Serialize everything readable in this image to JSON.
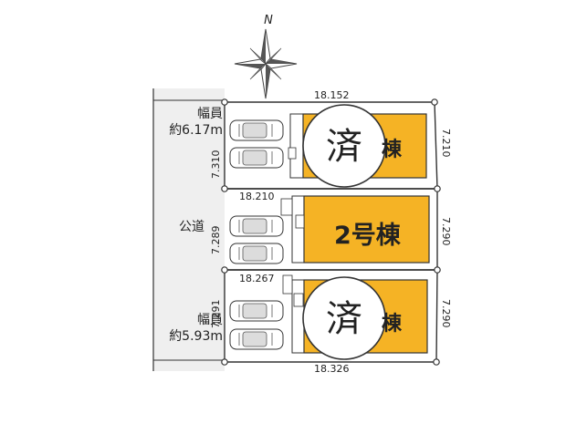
{
  "compass": {
    "label": "N"
  },
  "road": {
    "name": "公道",
    "north_width_label": "幅員",
    "north_width_value": "約6.17m",
    "south_width_label": "幅員",
    "south_width_value": "約5.93m"
  },
  "lots": [
    {
      "building_label": "棟",
      "status_text": "済",
      "status_shown": true,
      "top_length": "18.152",
      "depth_west": "7.310",
      "depth_east": "7.210"
    },
    {
      "building_label": "2号棟",
      "status_shown": false,
      "top_length": "18.210",
      "depth_west": "7.289",
      "depth_east": "7.290"
    },
    {
      "building_label": "棟",
      "status_text": "済",
      "status_shown": true,
      "top_length": "18.267",
      "bottom_length": "18.326",
      "depth_west": "7.291",
      "depth_east": "7.290"
    }
  ],
  "colors": {
    "building_fill": "#f5b325",
    "road_fill": "#efefef",
    "line": "#333333",
    "stamp_fill": "#ffffff"
  }
}
